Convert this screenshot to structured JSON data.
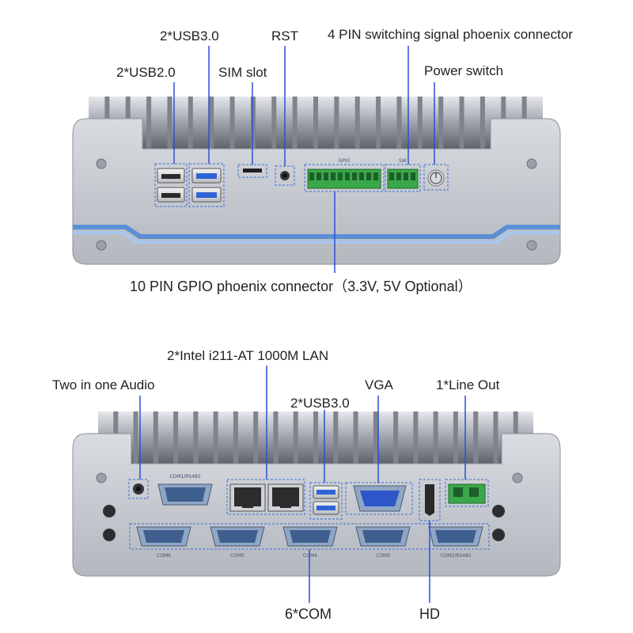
{
  "top_panel": {
    "labels": {
      "usb30": "2*USB3.0",
      "usb20": "2*USB2.0",
      "sim": "SIM slot",
      "rst": "RST",
      "switching": "4 PIN switching signal phoenix connector",
      "power": "Power switch",
      "gpio": "10 PIN GPIO phoenix connector（3.3V, 5V Optional）"
    },
    "silkscreen": {
      "gpio": "GPIO",
      "sw": "SW"
    }
  },
  "bottom_panel": {
    "labels": {
      "lan": "2*Intel i211-AT 1000M LAN",
      "audio": "Two in one Audio",
      "vga": "VGA",
      "line_out": "1*Line Out",
      "usb30": "2*USB3.0",
      "com": "6*COM",
      "hd": "HD"
    },
    "silkscreen": {
      "com1": "COM1/RS485",
      "com6": "COM6",
      "com5": "COM5",
      "com4": "COM4",
      "com3": "COM3",
      "com2": "COM2/RS485"
    }
  },
  "colors": {
    "accent_line": "#2a4fd8",
    "chassis": "#c9ccd2",
    "blue_stripe": "#5b8fd6",
    "terminal_green": "#3aa84a"
  }
}
